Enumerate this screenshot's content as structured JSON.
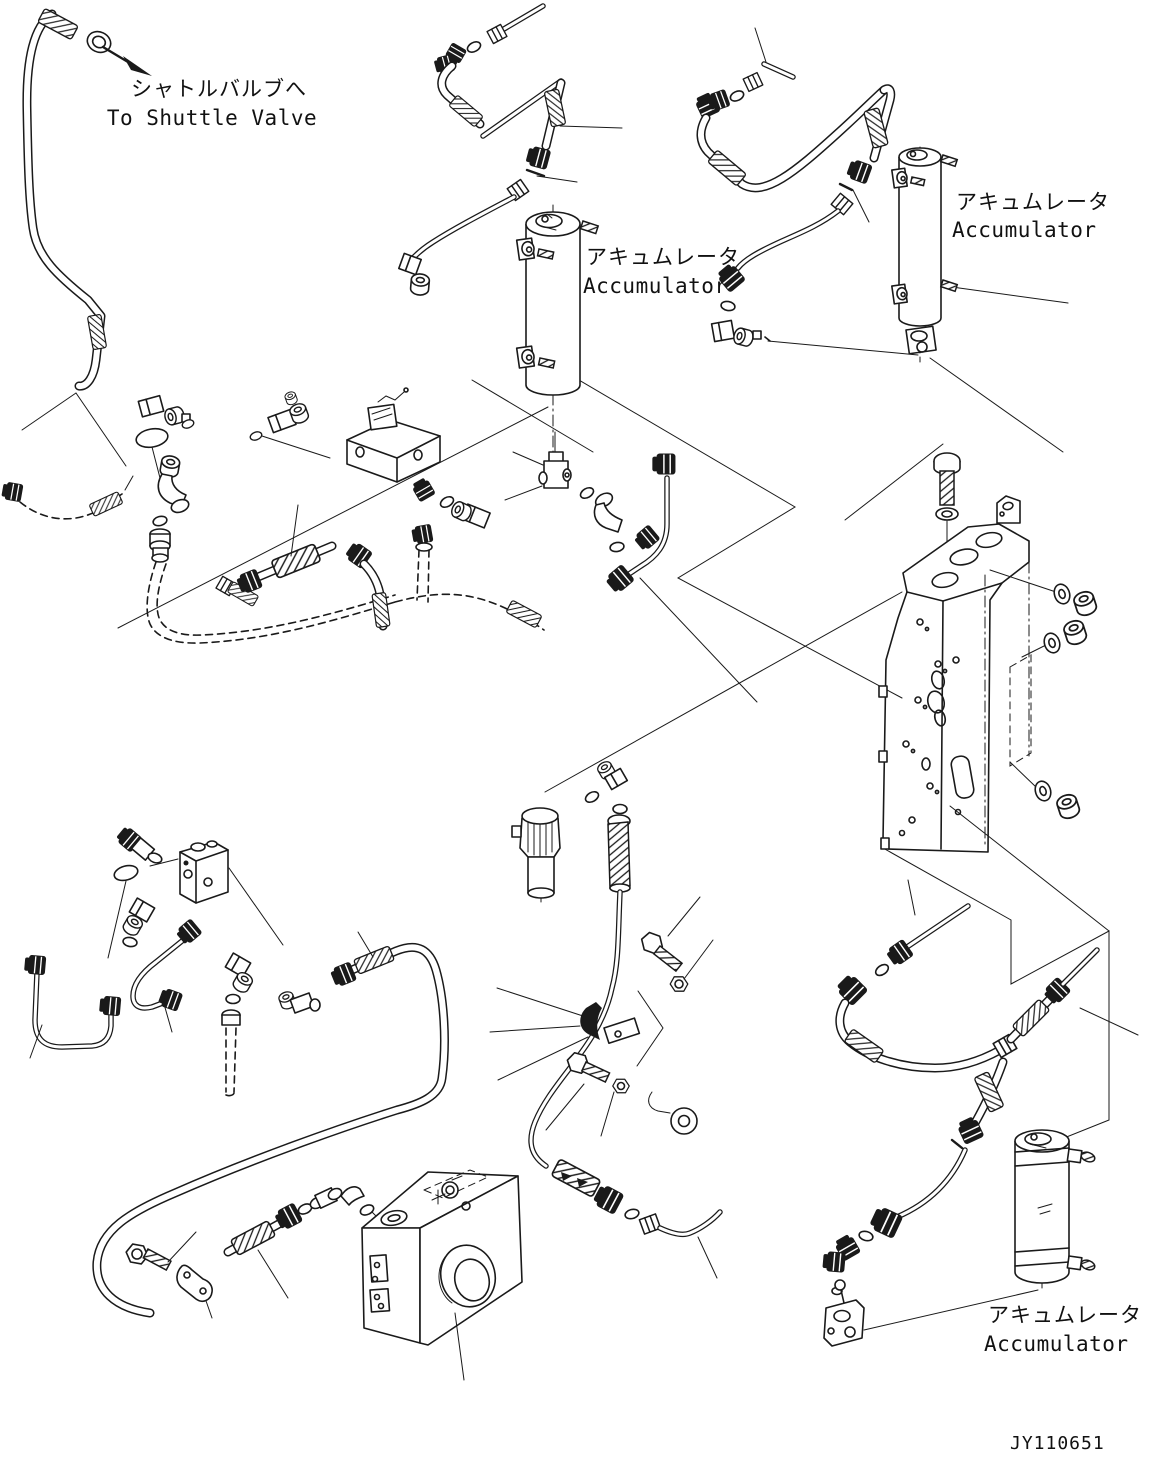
{
  "page": {
    "type": "hydraulic-piping-parts-diagram",
    "background": "#ffffff",
    "ink": "#1a1a1a"
  },
  "labels": {
    "shuttle_valve": {
      "jp": "シャトルバルブへ",
      "en": "To Shuttle Valve"
    },
    "accumulator_middle": {
      "jp": "アキュムレータ",
      "en": "Accumulator"
    },
    "accumulator_top_right": {
      "jp": "アキュムレータ",
      "en": "Accumulator"
    },
    "accumulator_bottom_right": {
      "jp": "アキュムレータ",
      "en": "Accumulator"
    }
  },
  "footer": {
    "drawing_number": "JY110651"
  }
}
